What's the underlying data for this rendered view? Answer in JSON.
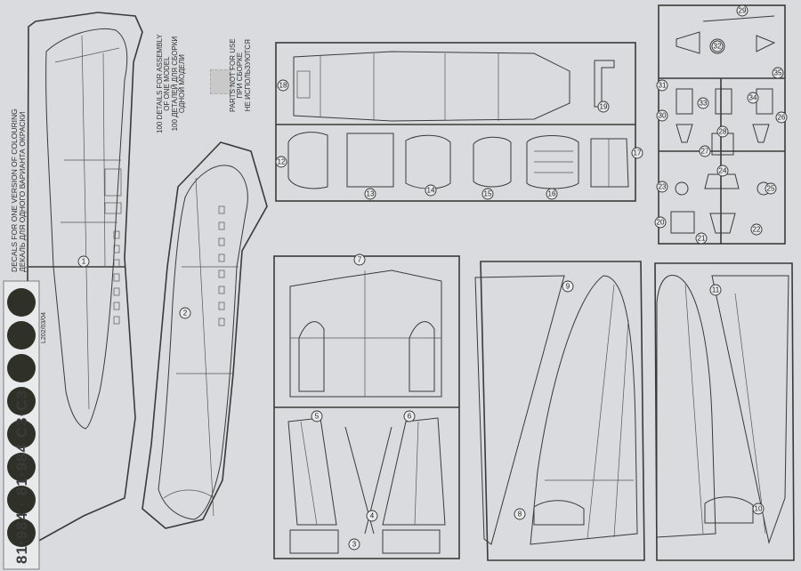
{
  "colors": {
    "paper": "#d9dbdf",
    "line": "#3a3a3a",
    "decal": "#2f3129",
    "shade": "#b9bbbe"
  },
  "notes": {
    "decal_en": "DECALS FOR ONE VERSION OF COLOURING",
    "decal_ru": "ДЕКАЛЬ ДЛЯ ОДНОГО ВАРИАНТА ОКРАСКИ",
    "assembly_en_1": "100 DETAILS FOR ASSEMBLY",
    "assembly_en_2": "OF ONE MODEL",
    "assembly_ru_1": "100 ДЕТАЛЕЙ ДЛЯ СБОРКИ",
    "assembly_ru_2": "ОДНОЙ МОДЕЛИ",
    "nouse_en": "PARTS NOT FOR USE",
    "nouse_ru_1": "ПРИ СБОРКЕ",
    "nouse_ru_2": "НЕ ИСПОЛЬЗУЮТСЯ",
    "codes": "81·984 · 81·984 C3·C3",
    "catalog": "L202/03/04"
  },
  "part_numbers": [
    "1",
    "2",
    "3",
    "4",
    "5",
    "6",
    "7",
    "8",
    "9",
    "10",
    "11",
    "12",
    "13",
    "14",
    "15",
    "16",
    "17",
    "18",
    "19",
    "20",
    "21",
    "22",
    "23",
    "24",
    "25",
    "26",
    "27",
    "28",
    "29",
    "30",
    "31",
    "32",
    "33",
    "34",
    "35"
  ]
}
